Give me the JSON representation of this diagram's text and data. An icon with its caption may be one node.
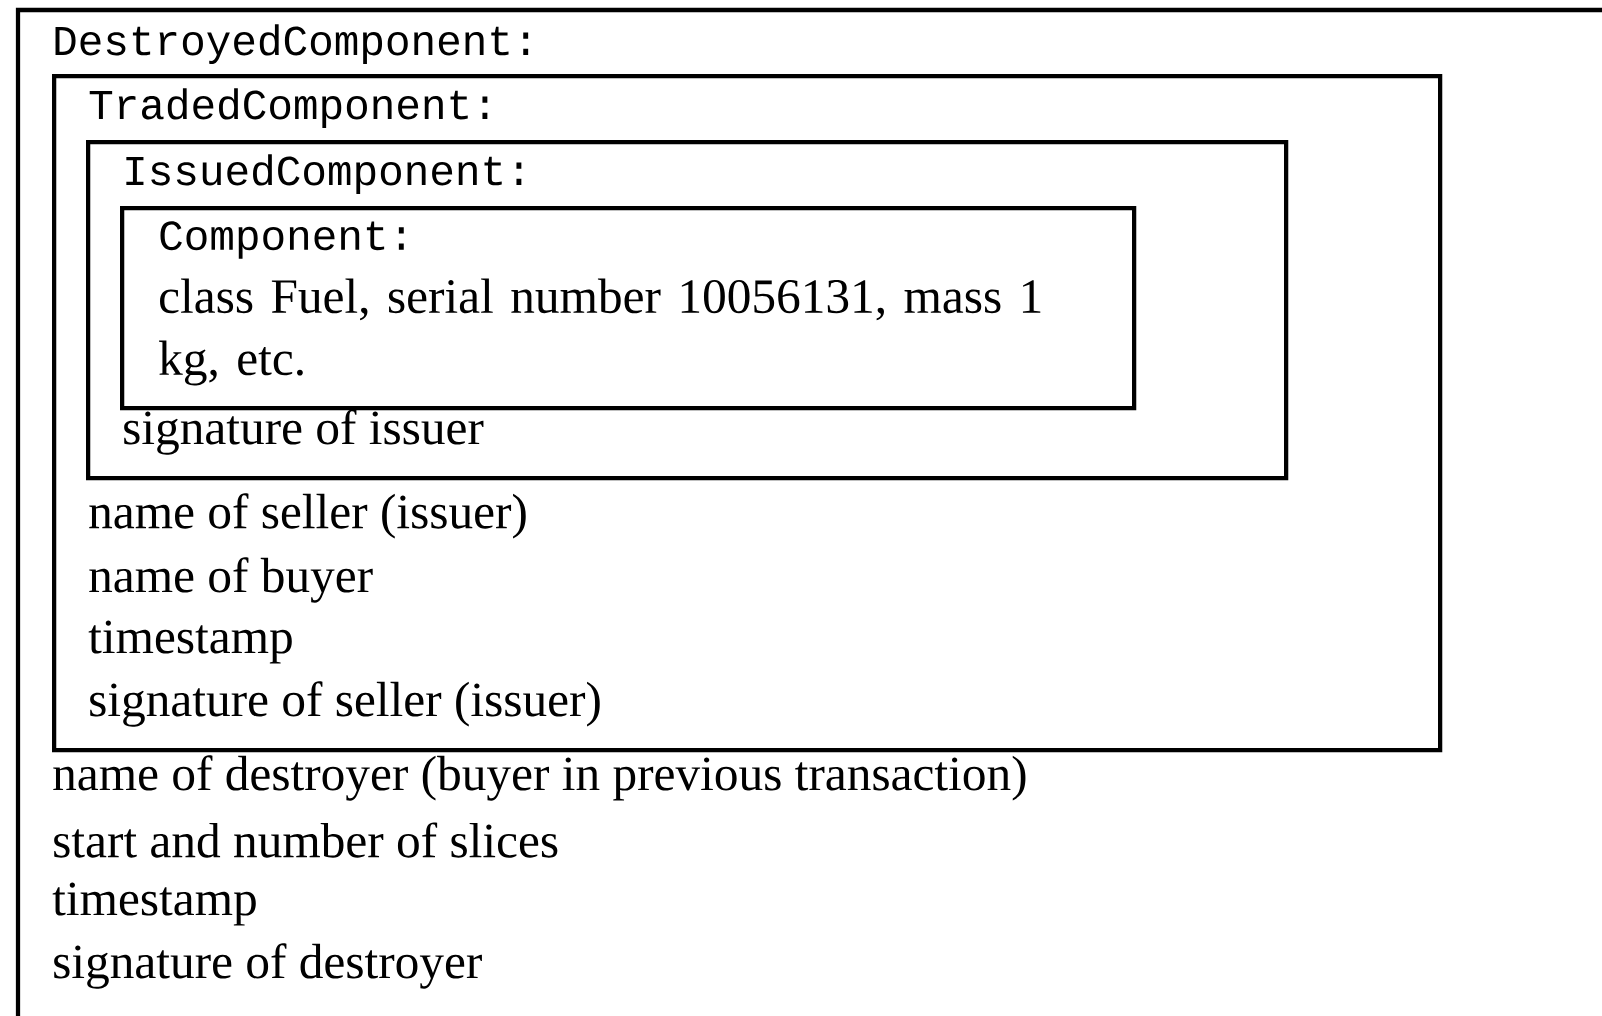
{
  "diagram": {
    "nodes": [
      {
        "text": [
          "DestroyedComponent:",
          "name of destroyer (buyer in previous transaction)",
          "start and number of slices",
          "timestamp",
          "signature of destroyer"
        ]
      },
      {
        "text": [
          "TradedComponent:",
          "name of seller (issuer)",
          "name of buyer",
          "timestamp",
          "signature of seller (issuer)"
        ],
        "in": 0
      },
      {
        "text": [
          "IssuedComponent:",
          "signature of issuer"
        ],
        "in": 1
      },
      {
        "text": [
          "Component:",
          "class Fuel, serial number 10056131, mass 1 kg, etc."
        ],
        "in": 2
      }
    ]
  }
}
